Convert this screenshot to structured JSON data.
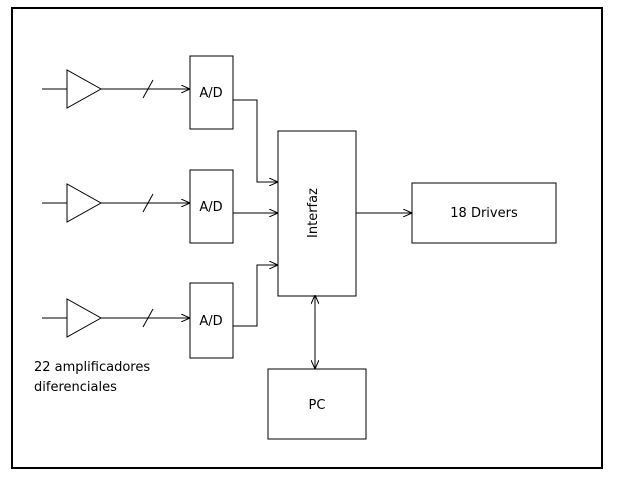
{
  "diagram": {
    "adc_label": "A/D",
    "interface_label": "Interfaz",
    "drivers_label": "18 Drivers",
    "pc_label": "PC",
    "amplifiers_caption": [
      "22 amplificadores",
      "diferenciales"
    ],
    "line_color": "#000000",
    "background": "#ffffff"
  }
}
